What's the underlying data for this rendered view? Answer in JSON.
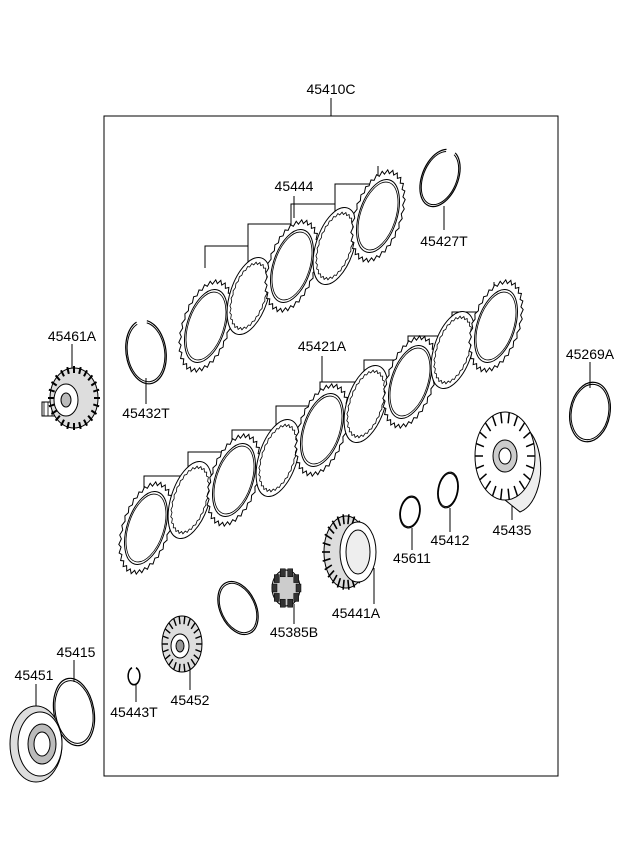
{
  "parts": [
    {
      "id": "assembly",
      "number": "45410C"
    },
    {
      "id": "clutch-disc-set-upper",
      "number": "45444"
    },
    {
      "id": "snap-ring-upper",
      "number": "45427T"
    },
    {
      "id": "planetary-gear",
      "number": "45461A"
    },
    {
      "id": "snap-ring-left",
      "number": "45432T"
    },
    {
      "id": "clutch-disc-set-lower",
      "number": "45421A"
    },
    {
      "id": "snap-ring-right",
      "number": "45269A"
    },
    {
      "id": "clutch-drum",
      "number": "45435"
    },
    {
      "id": "ring-small-a",
      "number": "45412"
    },
    {
      "id": "ring-small-b",
      "number": "45611"
    },
    {
      "id": "clutch-hub",
      "number": "45441A"
    },
    {
      "id": "one-way-clutch",
      "number": "45385B"
    },
    {
      "id": "hub-gear",
      "number": "45452"
    },
    {
      "id": "snap-ring-tiny",
      "number": "45443T"
    },
    {
      "id": "ring-lower-left",
      "number": "45415"
    },
    {
      "id": "retainer",
      "number": "45451"
    }
  ]
}
